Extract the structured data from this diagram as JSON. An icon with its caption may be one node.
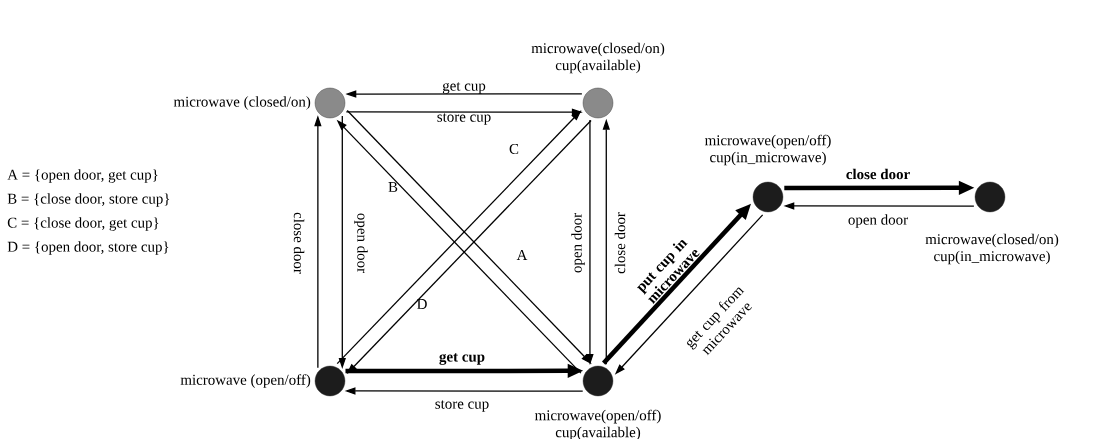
{
  "diagram": {
    "nodes": [
      {
        "text": [],
        "shape": "circle",
        "beside": [
          "microwave (closed/on)"
        ]
      },
      {
        "text": [],
        "shape": "circle",
        "beside": [
          "microwave(closed/on) cup(available)"
        ]
      },
      {
        "text": [],
        "shape": "circle",
        "beside": [
          "microwave (open/off)"
        ]
      },
      {
        "text": [],
        "shape": "circle",
        "beside": [
          "microwave(open/off) cup(available)"
        ]
      },
      {
        "text": [],
        "shape": "circle",
        "beside": [
          "microwave(open/off) cup(in_microwave)"
        ]
      },
      {
        "text": [],
        "shape": "circle",
        "beside": [
          "microwave(closed/on) cup(in_microwave)"
        ]
      }
    ],
    "edges": [
      {
        "from": 1,
        "to": 0,
        "arrow": "to",
        "label": "get cup"
      },
      {
        "from": 0,
        "to": 1,
        "arrow": "to",
        "label": "store cup"
      },
      {
        "from": 2,
        "to": 0,
        "arrow": "to",
        "label": "close door"
      },
      {
        "from": 0,
        "to": 2,
        "arrow": "to",
        "label": "open door"
      },
      {
        "from": 0,
        "to": 3,
        "arrow": "to",
        "label": "A"
      },
      {
        "from": 3,
        "to": 0,
        "arrow": "to",
        "label": "B"
      },
      {
        "from": 2,
        "to": 1,
        "arrow": "to",
        "label": "C"
      },
      {
        "from": 1,
        "to": 2,
        "arrow": "to",
        "label": "D"
      },
      {
        "from": 1,
        "to": 3,
        "arrow": "to",
        "label": "open door"
      },
      {
        "from": 3,
        "to": 1,
        "arrow": "to",
        "label": "close door"
      },
      {
        "from": 2,
        "to": 3,
        "arrow": "to",
        "label": "get cup",
        "style": "thick"
      },
      {
        "from": 3,
        "to": 2,
        "arrow": "to",
        "label": "store cup"
      },
      {
        "from": 3,
        "to": 4,
        "arrow": "to",
        "label": "put cup in microwave",
        "style": "thick"
      },
      {
        "from": 4,
        "to": 3,
        "arrow": "to",
        "label": "get cup from microwave"
      },
      {
        "from": 4,
        "to": 5,
        "arrow": "to",
        "label": "close door",
        "style": "thick"
      },
      {
        "from": 5,
        "to": 4,
        "arrow": "to",
        "label": "open door"
      }
    ],
    "labels": [
      "A = {open door, get cup}",
      "B = {close door, store cup}",
      "C = {close door, get cup}",
      "D = {open door, store cup}"
    ]
  }
}
